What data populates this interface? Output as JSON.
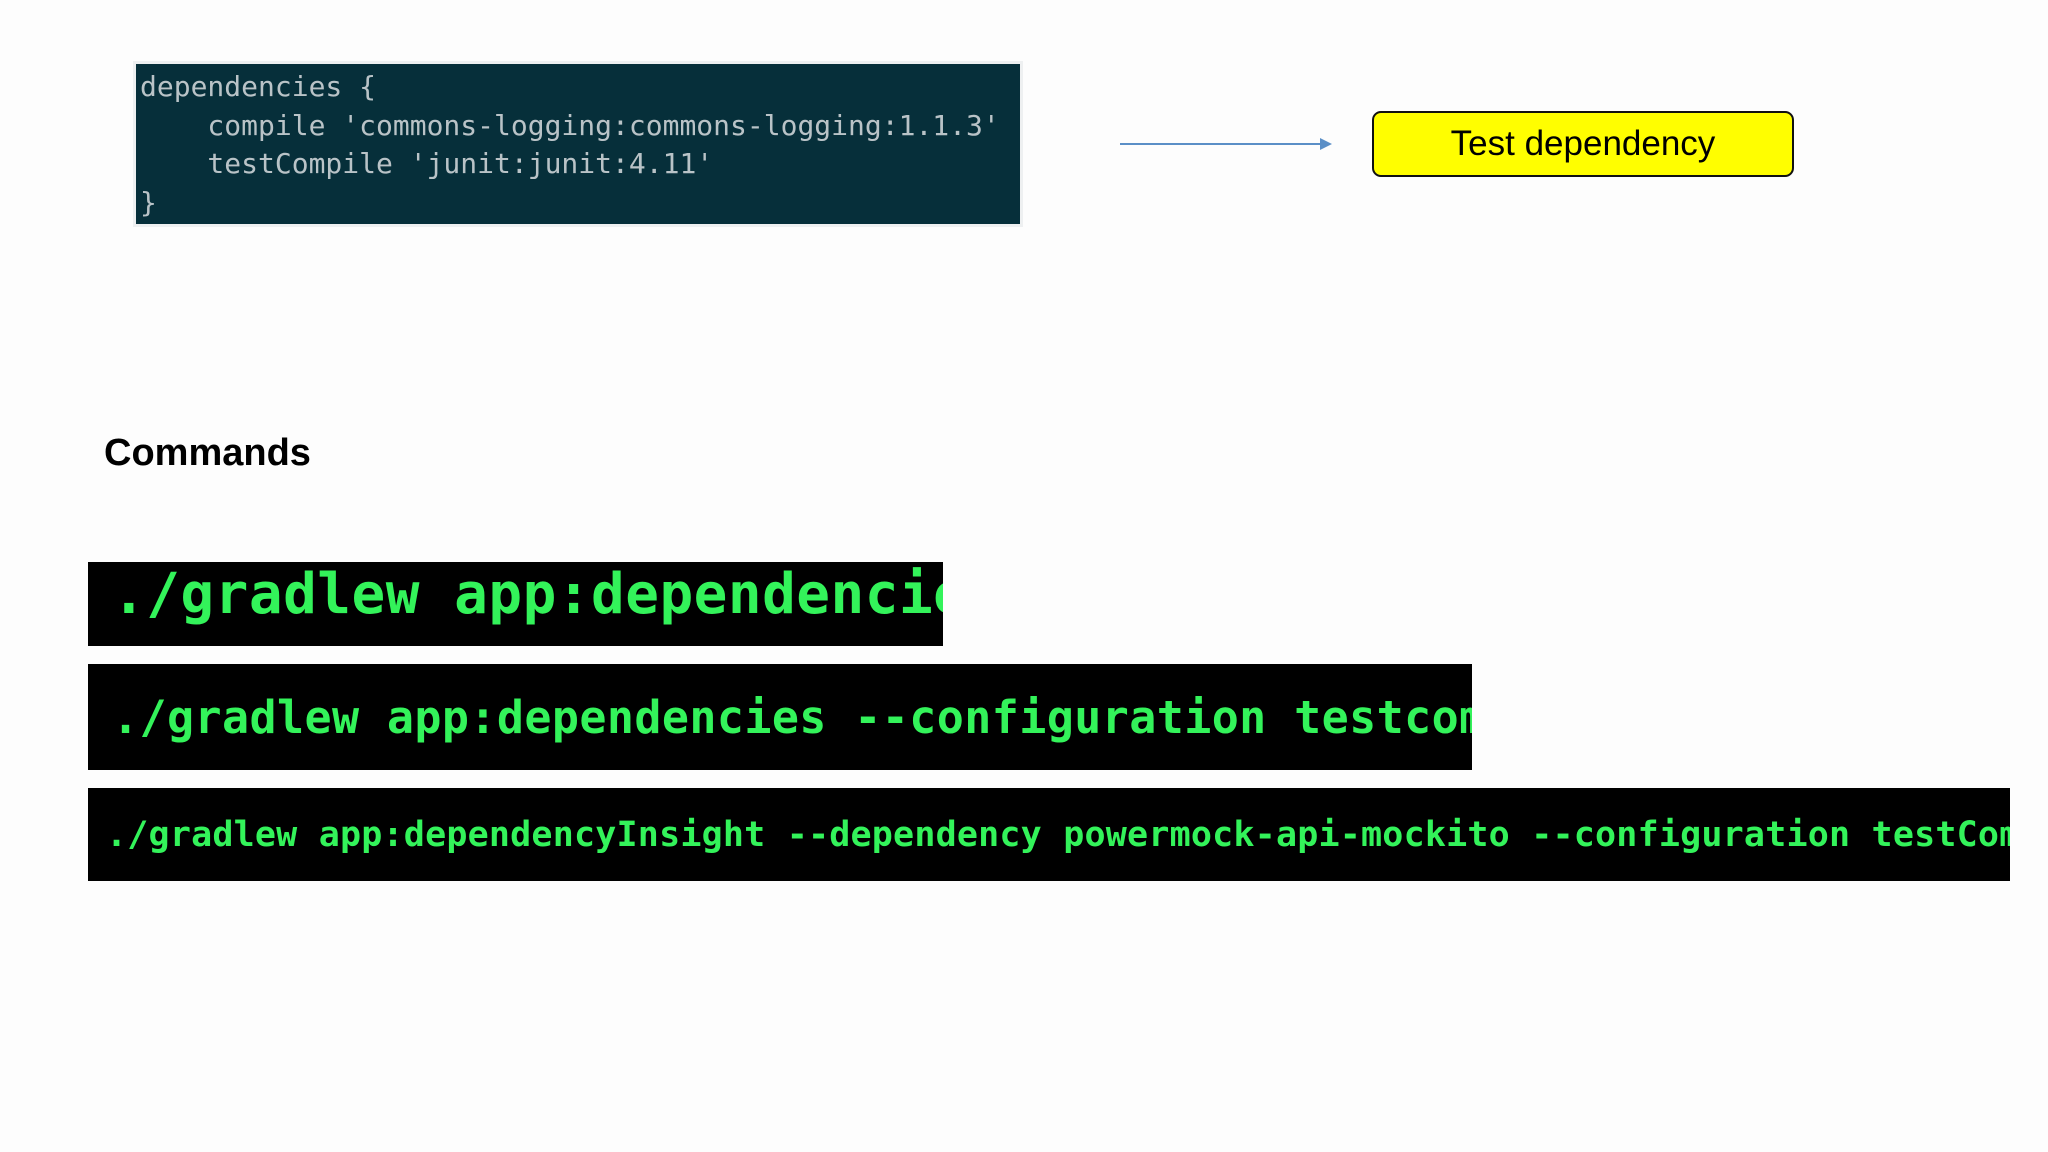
{
  "code_snippet": {
    "lines": [
      "dependencies {",
      "    compile 'commons-logging:commons-logging:1.1.3'",
      "    testCompile 'junit:junit:4.11'",
      "}"
    ]
  },
  "callout": {
    "label": "Test dependency",
    "fill_color": "#fffe00",
    "arrow_color": "#5b8fc7"
  },
  "section": {
    "heading": "Commands"
  },
  "commands": [
    {
      "text": "./gradlew app:dependencies"
    },
    {
      "text": "./gradlew app:dependencies --configuration testcompile"
    },
    {
      "text": "./gradlew app:dependencyInsight --dependency powermock-api-mockito --configuration testCompile"
    }
  ],
  "colors": {
    "code_background": "#062f3a",
    "code_text": "#b9c3c7",
    "terminal_background": "#000000",
    "terminal_text": "#33f35a"
  }
}
